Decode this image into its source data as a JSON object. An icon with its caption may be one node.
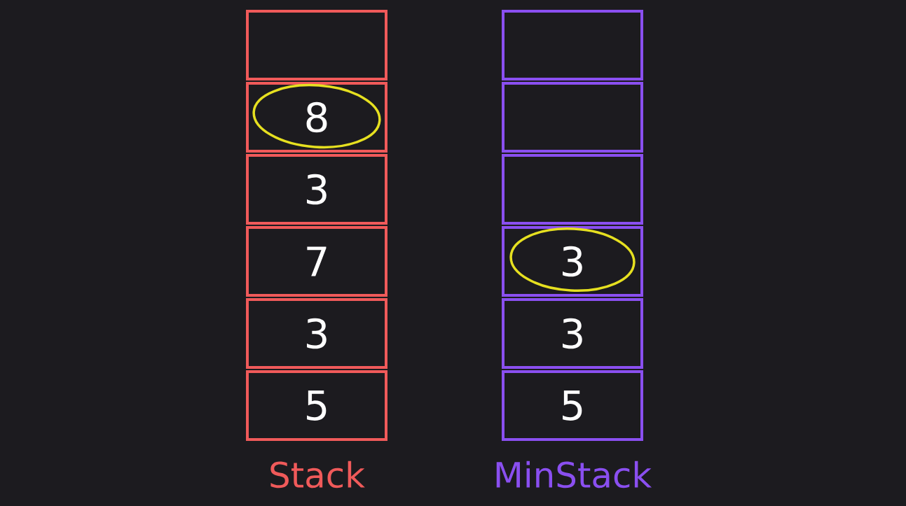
{
  "diagram": {
    "nodes": [
      {
        "text": [],
        "shape": "box"
      },
      {
        "text": [
          "8"
        ]
      },
      {
        "text": [
          "3"
        ]
      },
      {
        "text": [
          "7"
        ]
      },
      {
        "text": [
          "3"
        ]
      },
      {
        "text": [
          "5"
        ]
      },
      {
        "text": [],
        "shape": "box"
      },
      {
        "text": [],
        "shape": "box"
      },
      {
        "text": [],
        "shape": "box"
      },
      {
        "text": [
          "3"
        ]
      },
      {
        "text": [
          "3"
        ]
      },
      {
        "text": [
          "5"
        ]
      }
    ],
    "labels": [
      "Stack",
      "MinStack"
    ]
  }
}
